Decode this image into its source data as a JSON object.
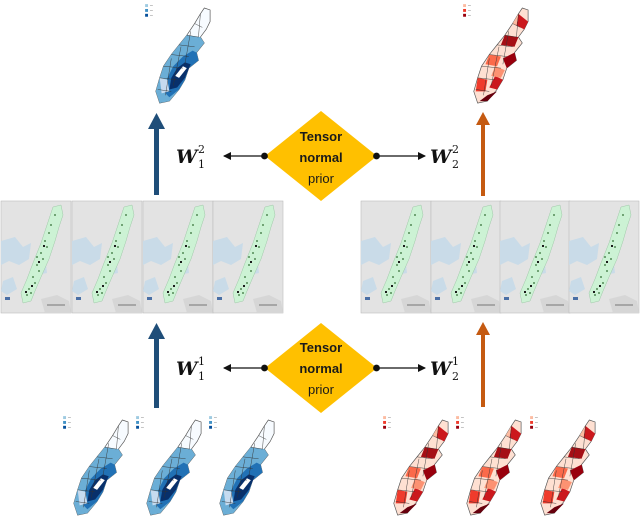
{
  "colors": {
    "blue_arrow": "#1f4e79",
    "orange_arrow": "#c55a11",
    "diamond_fill": "#ffc000",
    "map_bg": "#e3e3e3",
    "map_water": "#c9dbe8",
    "map_land": "#ccf2d4"
  },
  "priors": {
    "top": {
      "line1": "Tensor",
      "line2": "normal",
      "line3": "prior"
    },
    "bottom": {
      "line1": "Tensor",
      "line2": "normal",
      "line3": "prior"
    }
  },
  "weights": {
    "top_left": {
      "base": "W",
      "sub": "1",
      "sup": "2"
    },
    "top_right": {
      "base": "W",
      "sub": "2",
      "sup": "2"
    },
    "bottom_left": {
      "base": "W",
      "sub": "1",
      "sup": "1"
    },
    "bottom_right": {
      "base": "W",
      "sub": "2",
      "sup": "1"
    }
  },
  "icons": {
    "choropleth_blue": "manhattan-choropleth-blue-icon",
    "choropleth_red": "manhattan-choropleth-red-icon",
    "station_map": "manhattan-station-map-icon"
  }
}
